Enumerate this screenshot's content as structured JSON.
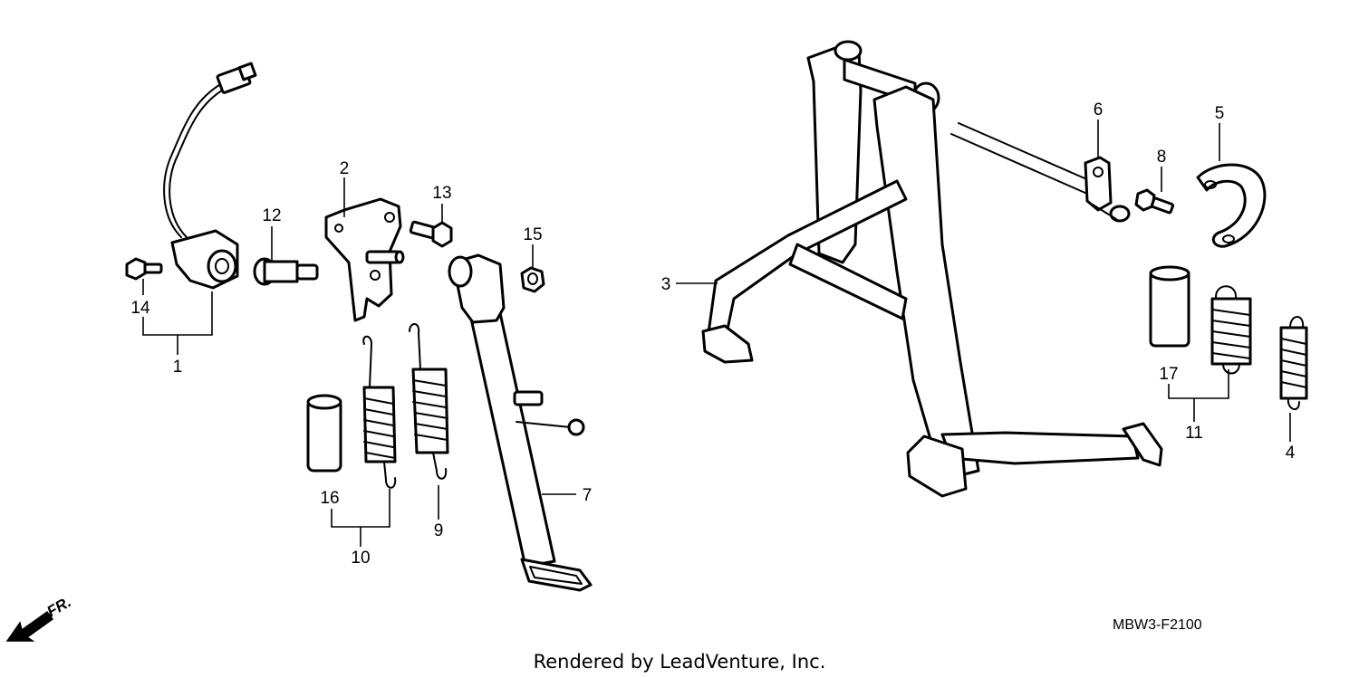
{
  "callouts": {
    "c1": "1",
    "c2": "2",
    "c3": "3",
    "c4": "4",
    "c5": "5",
    "c6": "6",
    "c7": "7",
    "c8": "8",
    "c9": "9",
    "c10": "10",
    "c11": "11",
    "c12": "12",
    "c13": "13",
    "c14": "14",
    "c15": "15",
    "c16": "16",
    "c17": "17"
  },
  "diagram_code": "MBW3-F2100",
  "front_marker": "FR.",
  "credit": "Rendered by LeadVenture, Inc.",
  "colors": {
    "ink": "#000000",
    "background": "#ffffff"
  }
}
